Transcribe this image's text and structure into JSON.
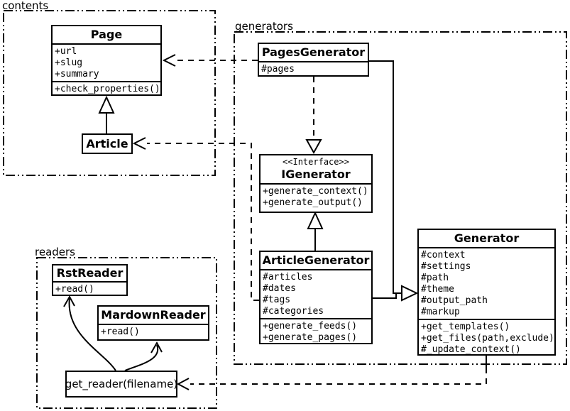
{
  "diagram": {
    "kind": "uml-class-diagram",
    "background_color": "#ffffff",
    "stroke_color": "#000000"
  },
  "packages": {
    "contents": {
      "label": "contents"
    },
    "generators": {
      "label": "generators"
    },
    "readers": {
      "label": "readers"
    }
  },
  "classes": {
    "page": {
      "title": "Page",
      "attributes": [
        "+url",
        "+slug",
        "+summary"
      ],
      "methods": [
        "+check_properties()"
      ]
    },
    "article": {
      "title": "Article"
    },
    "pages_generator": {
      "title": "PagesGenerator",
      "attributes": [
        "#pages"
      ]
    },
    "igenerator": {
      "stereotype": "<<Interface>>",
      "title": "IGenerator",
      "methods": [
        "+generate_context()",
        "+generate_output()"
      ]
    },
    "article_generator": {
      "title": "ArticleGenerator",
      "attributes": [
        "#articles",
        "#dates",
        "#tags",
        "#categories"
      ],
      "methods": [
        "+generate_feeds()",
        "+generate_pages()"
      ]
    },
    "generator": {
      "title": "Generator",
      "attributes": [
        "#context",
        "#settings",
        "#path",
        "#theme",
        "#output_path",
        "#markup"
      ],
      "methods": [
        "+get_templates()",
        "+get_files(path,exclude)",
        "#_update_context()"
      ]
    },
    "rst_reader": {
      "title": "RstReader",
      "methods": [
        "+read()"
      ]
    },
    "mardown_reader": {
      "title": "MardownReader",
      "methods": [
        "+read()"
      ]
    },
    "get_reader": {
      "label": "get_reader(filename)"
    }
  },
  "relationships": [
    {
      "from": "PagesGenerator",
      "to": "Page",
      "type": "dependency"
    },
    {
      "from": "ArticleGenerator",
      "to": "Article",
      "type": "dependency"
    },
    {
      "from": "PagesGenerator",
      "to": "IGenerator",
      "type": "realization"
    },
    {
      "from": "ArticleGenerator",
      "to": "IGenerator",
      "type": "generalization"
    },
    {
      "from": "Article",
      "to": "Page",
      "type": "generalization"
    },
    {
      "from": "PagesGenerator",
      "to": "Generator",
      "type": "generalization"
    },
    {
      "from": "ArticleGenerator",
      "to": "Generator",
      "type": "generalization"
    },
    {
      "from": "Generator",
      "to": "get_reader(filename)",
      "type": "dependency"
    },
    {
      "from": "get_reader(filename)",
      "to": "RstReader",
      "type": "arrow"
    },
    {
      "from": "get_reader(filename)",
      "to": "MardownReader",
      "type": "arrow"
    }
  ]
}
